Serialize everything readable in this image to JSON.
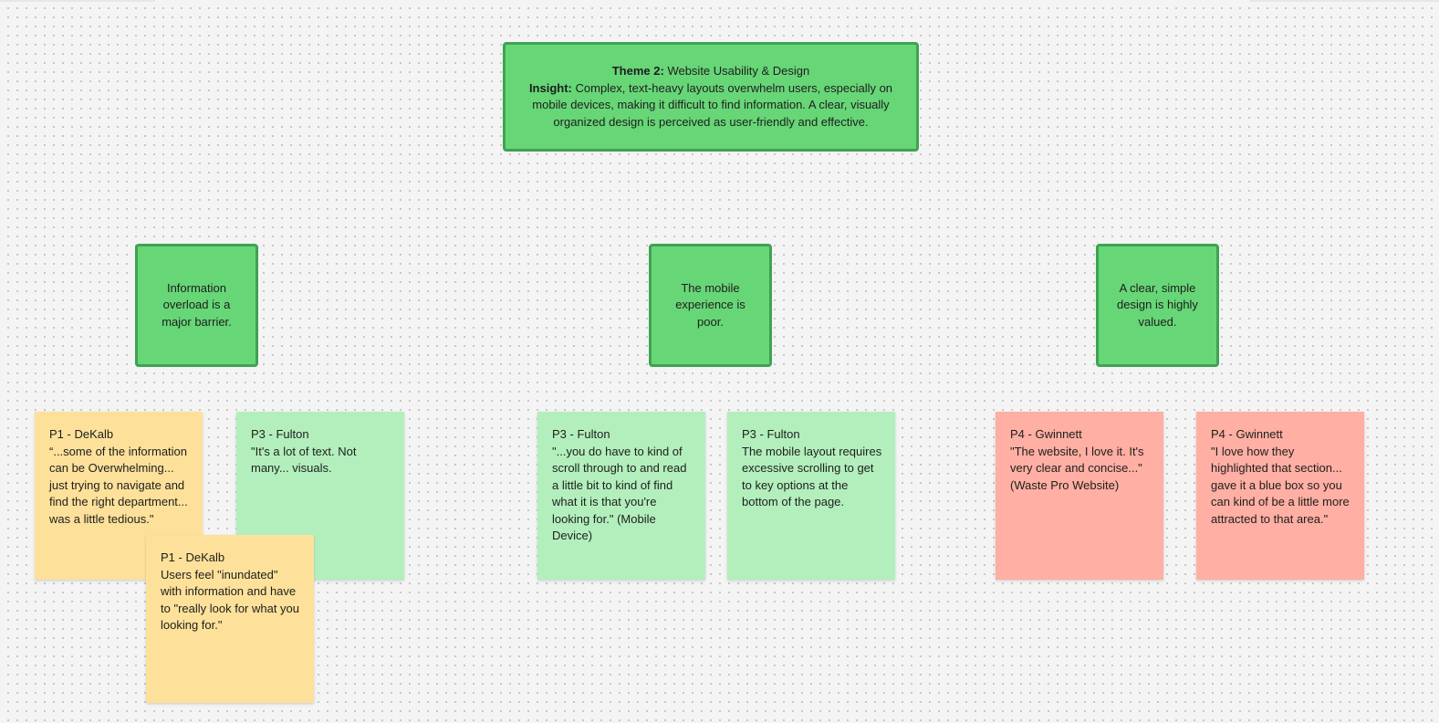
{
  "theme": {
    "title_label": "Theme 2:",
    "title_text": "Website Usability & Design",
    "insight_label": "Insight:",
    "insight_text": "Complex, text-heavy layouts overwhelm users, especially on mobile devices, making it difficult to find information. A clear, visually organized design is perceived as user-friendly and effective."
  },
  "subthemes": [
    {
      "text": "Information overload is a major barrier."
    },
    {
      "text": "The mobile experience is poor."
    },
    {
      "text": "A clear, simple design is highly valued."
    }
  ],
  "notes": [
    {
      "author": "P1 - DeKalb",
      "text": "“...some of the information can be Overwhelming... just trying to navigate and find the right department... was a little tedious.\"",
      "color": "#fde19a"
    },
    {
      "author": "P3 - Fulton",
      "text": "\"It's a lot of text. Not many... visuals.",
      "color": "#b3efbc"
    },
    {
      "author": "P1 - DeKalb",
      "text": "Users feel \"inundated\" with information and have to \"really look for what you looking for.\"",
      "color": "#fde19a"
    },
    {
      "author": "P3 - Fulton",
      "text": "\"...you do have to kind of scroll through to and read a little bit to kind of find what it is that you're looking for.\" (Mobile Device)",
      "color": "#b3efbc"
    },
    {
      "author": "P3 - Fulton",
      "text": "The mobile layout requires excessive scrolling to get to key options at the bottom of the page.",
      "color": "#b3efbc"
    },
    {
      "author": "P4 - Gwinnett",
      "text": "\"The website, I love it. It's very clear and concise...\" (Waste Pro Website)",
      "color": "#ffafa3"
    },
    {
      "author": "P4 - Gwinnett",
      "text": "\"I love how they highlighted that section... gave it a blue box so you can kind of be a little more attracted to that area.\"",
      "color": "#ffafa3"
    }
  ],
  "colors": {
    "canvas": "#f4f4f4",
    "theme_green": "#67d677",
    "theme_border": "#3fa252",
    "sticky_yellow": "#fde19a",
    "sticky_green": "#b3efbc",
    "sticky_red": "#ffafa3"
  }
}
